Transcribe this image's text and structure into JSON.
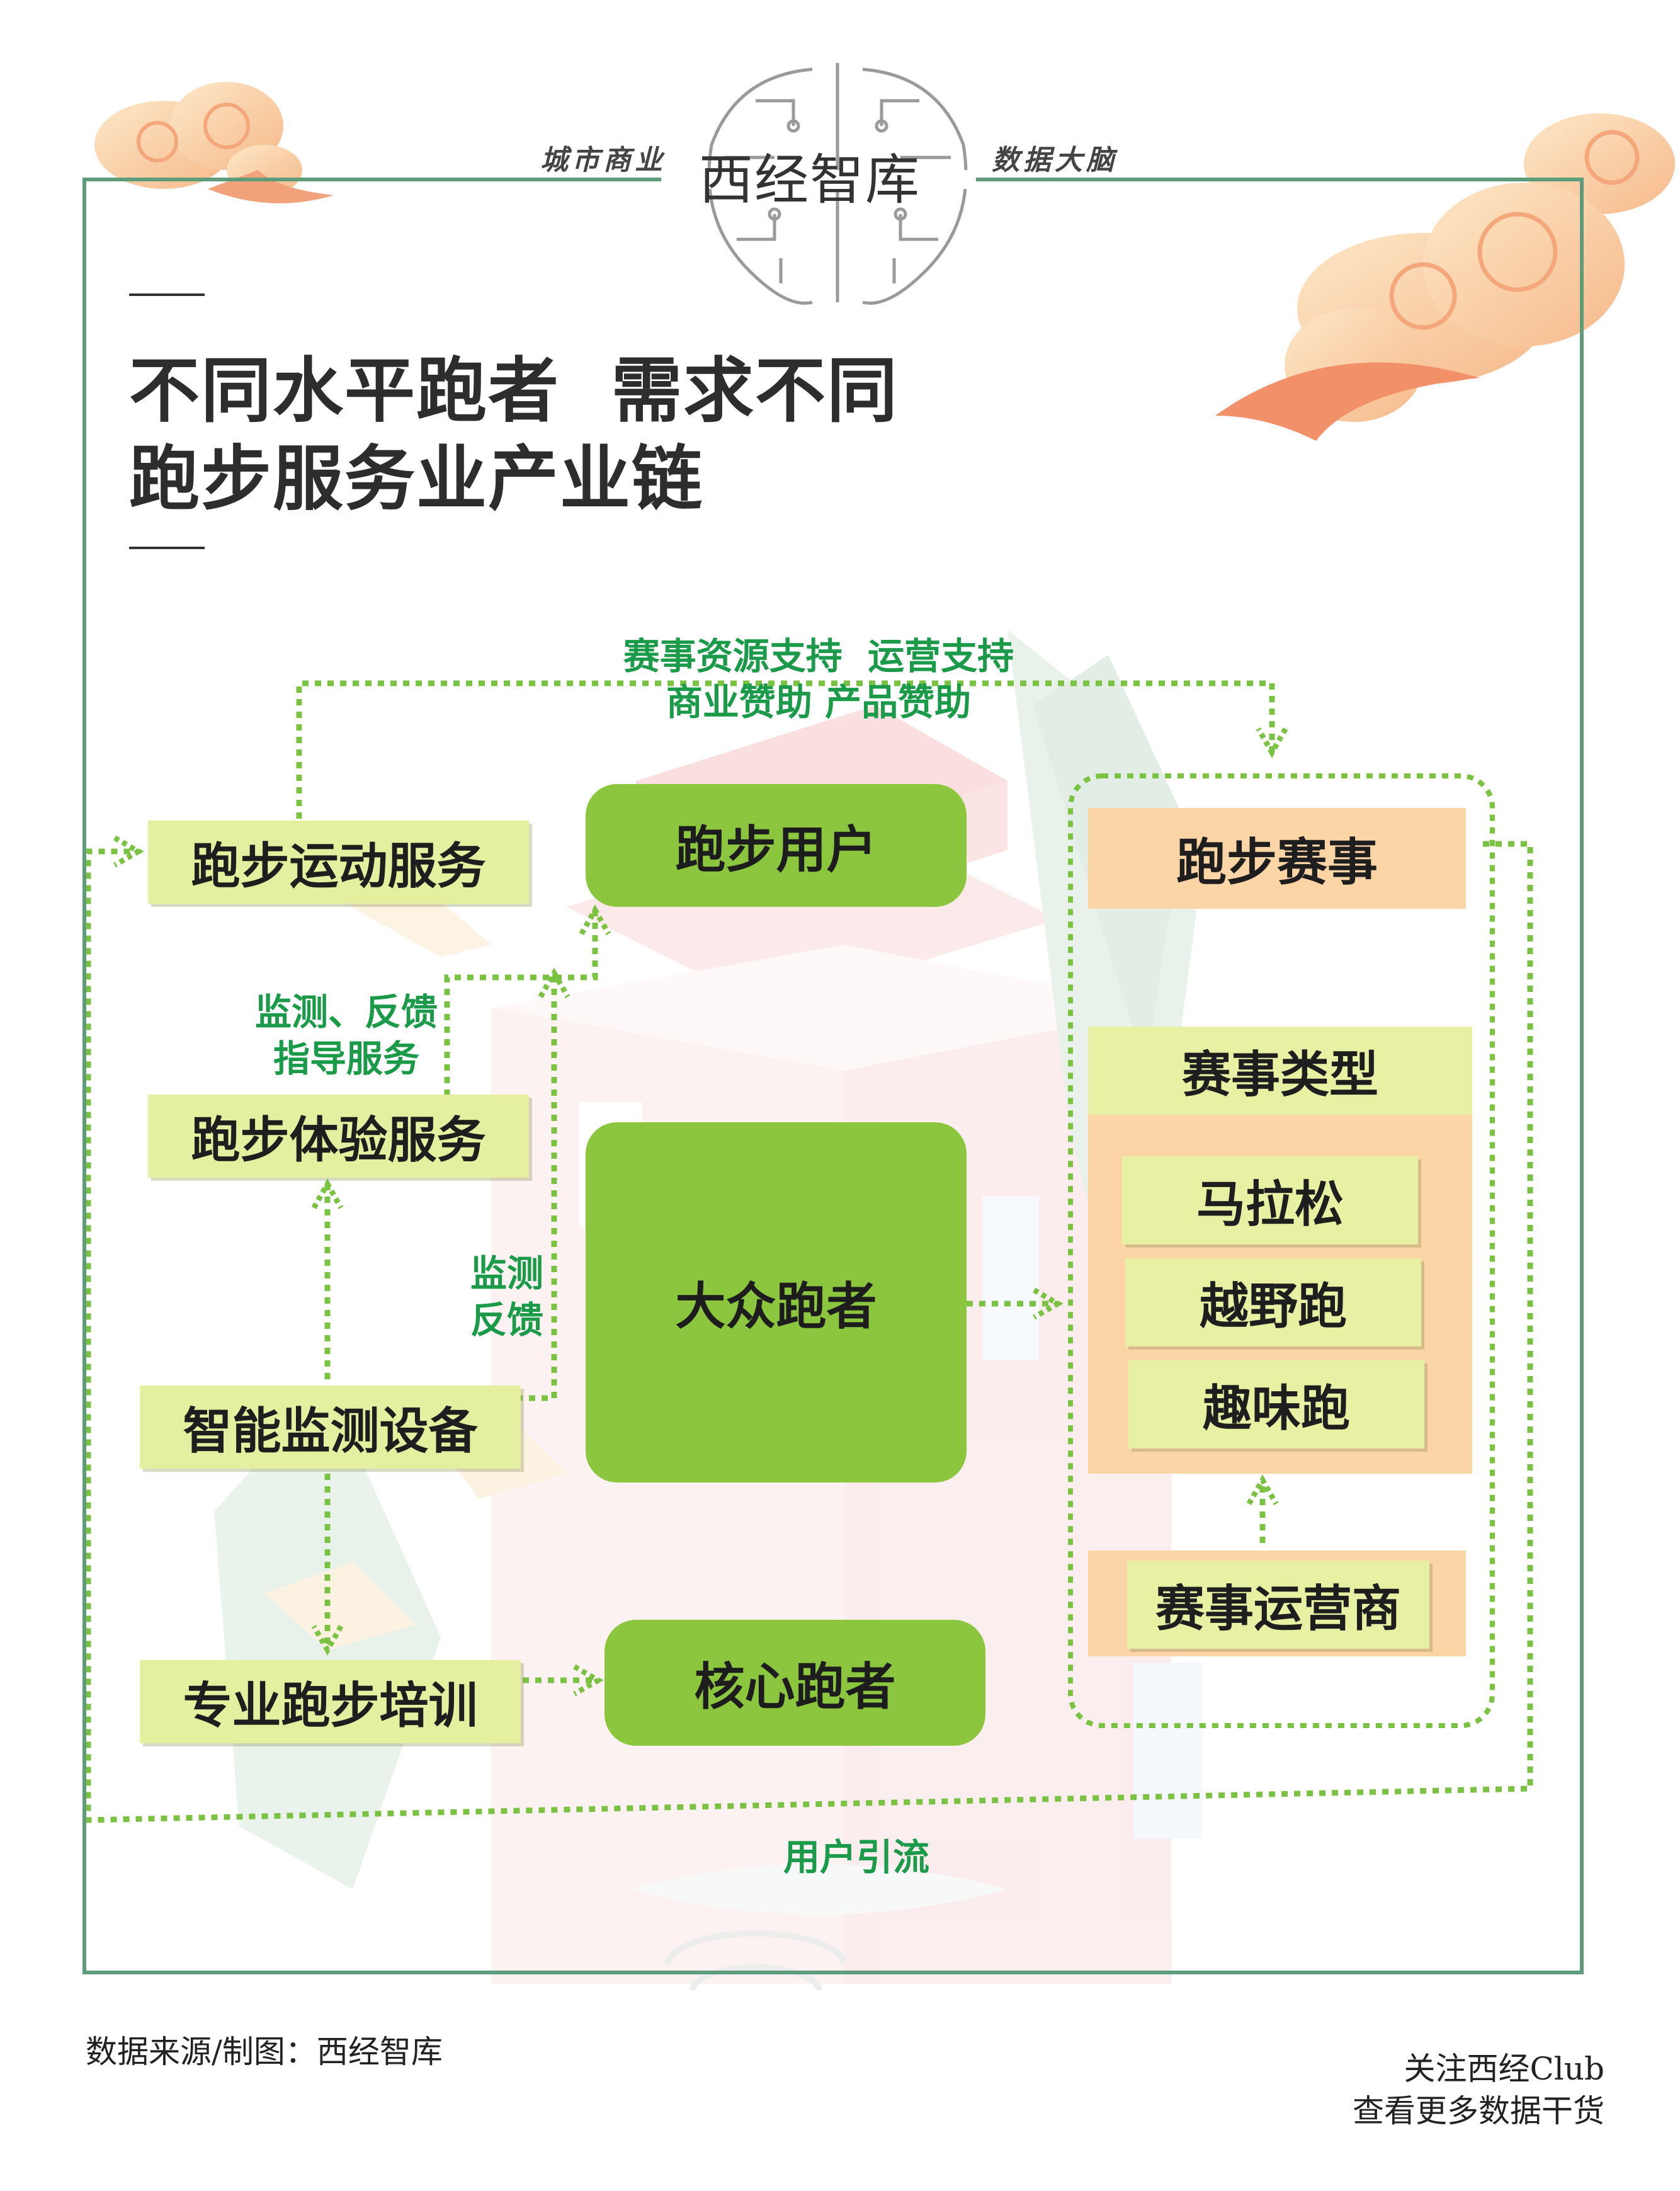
{
  "header": {
    "left_tag": "城市商业",
    "right_tag": "数据大脑",
    "logo": "西经智库"
  },
  "title": {
    "line1": "不同水平跑者  需求不同",
    "line2": "跑步服务业产业链"
  },
  "nodes": {
    "running_service": "跑步运动服务",
    "experience_service": "跑步体验服务",
    "smart_device": "智能监测设备",
    "pro_training": "专业跑步培训",
    "running_users": "跑步用户",
    "mass_runners": "大众跑者",
    "core_runners": "核心跑者",
    "running_events": "跑步赛事",
    "event_types": "赛事类型",
    "marathon": "马拉松",
    "trail_run": "越野跑",
    "fun_run": "趣味跑",
    "event_operator": "赛事运营商"
  },
  "edge_labels": {
    "top_support_1": "赛事资源支持  运营支持",
    "top_support_2": "商业赞助 产品赞助",
    "monitor_feedback_guidance": "监测、反馈\n指导服务",
    "monitor_feedback": "监测\n反馈",
    "user_traffic": "用户引流"
  },
  "footer": {
    "source": "数据来源/制图：西经智库",
    "follow_1": "关注西经Club",
    "follow_2": "查看更多数据干货"
  },
  "colors": {
    "frame": "#5e9c7c",
    "arrow": "#7cc242",
    "label_green": "#1b9b4a",
    "light_box": "#e4ef9f",
    "green_box": "#8cc63f",
    "orange_box": "#fbd5a6"
  }
}
